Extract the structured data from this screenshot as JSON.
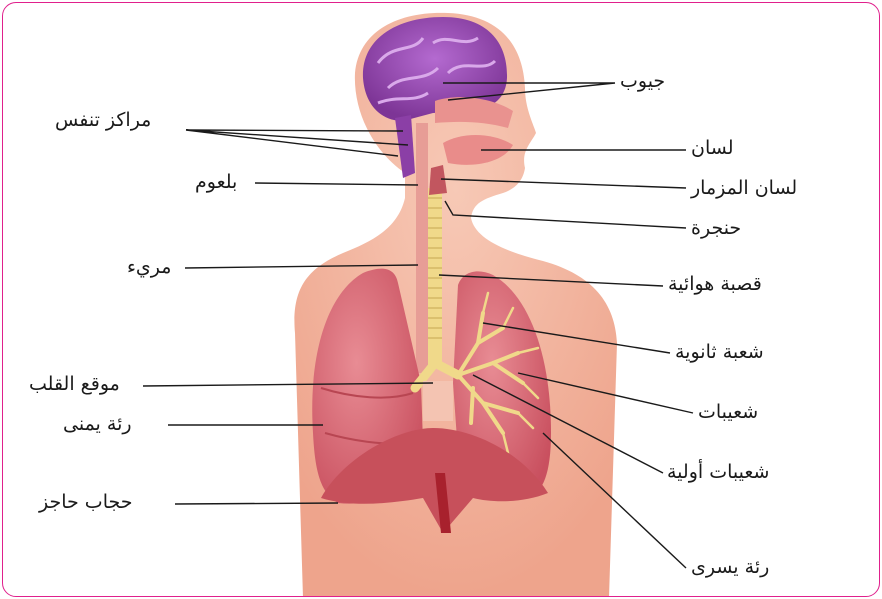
{
  "diagram": {
    "labels": {
      "sinuses": "جيوب",
      "respiratory_centers": "مراكز تنفس",
      "tongue": "لسان",
      "pharynx": "بلعوم",
      "epiglottis": "لسان المزمار",
      "larynx": "حنجرة",
      "esophagus": "مريء",
      "trachea": "قصبة هوائية",
      "secondary_bronchus": "شعبة ثانوية",
      "heart_location": "موقع القلب",
      "bronchioles": "شعيبات",
      "right_lung": "رئة يمنى",
      "primary_bronchioles": "شعيبات أولية",
      "diaphragm": "حجاب حاجز",
      "left_lung": "رئة يسرى"
    },
    "colors": {
      "frame_border": "#e0208c",
      "skin": "#f2b7a2",
      "lung": "#d96b78",
      "brain": "#9c4fb5",
      "airway": "#f0d98a",
      "leader_line": "#1a1a1a"
    }
  }
}
